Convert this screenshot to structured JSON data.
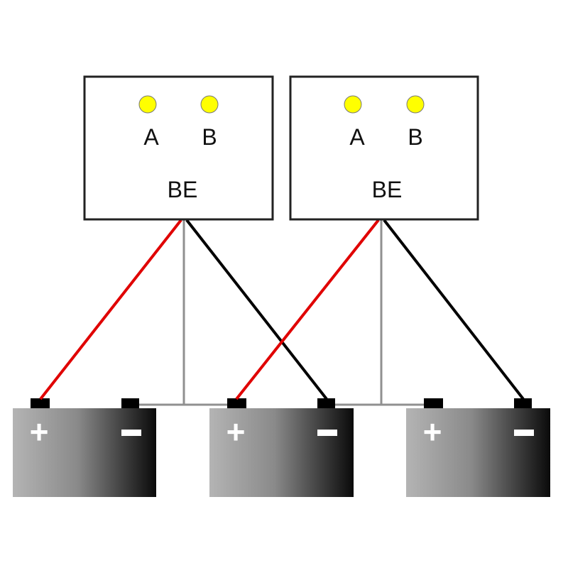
{
  "units": [
    {
      "name": "BE",
      "led_a": "A",
      "led_b": "B"
    },
    {
      "name": "BE",
      "led_a": "A",
      "led_b": "B"
    }
  ],
  "batteries": [
    {
      "plus": "+",
      "minus": "-"
    },
    {
      "plus": "+",
      "minus": "-"
    },
    {
      "plus": "+",
      "minus": "-"
    }
  ],
  "colors": {
    "led": "#ffff00",
    "positive_wire": "#e00000",
    "negative_wire": "#000000",
    "link_wire": "#909090"
  }
}
